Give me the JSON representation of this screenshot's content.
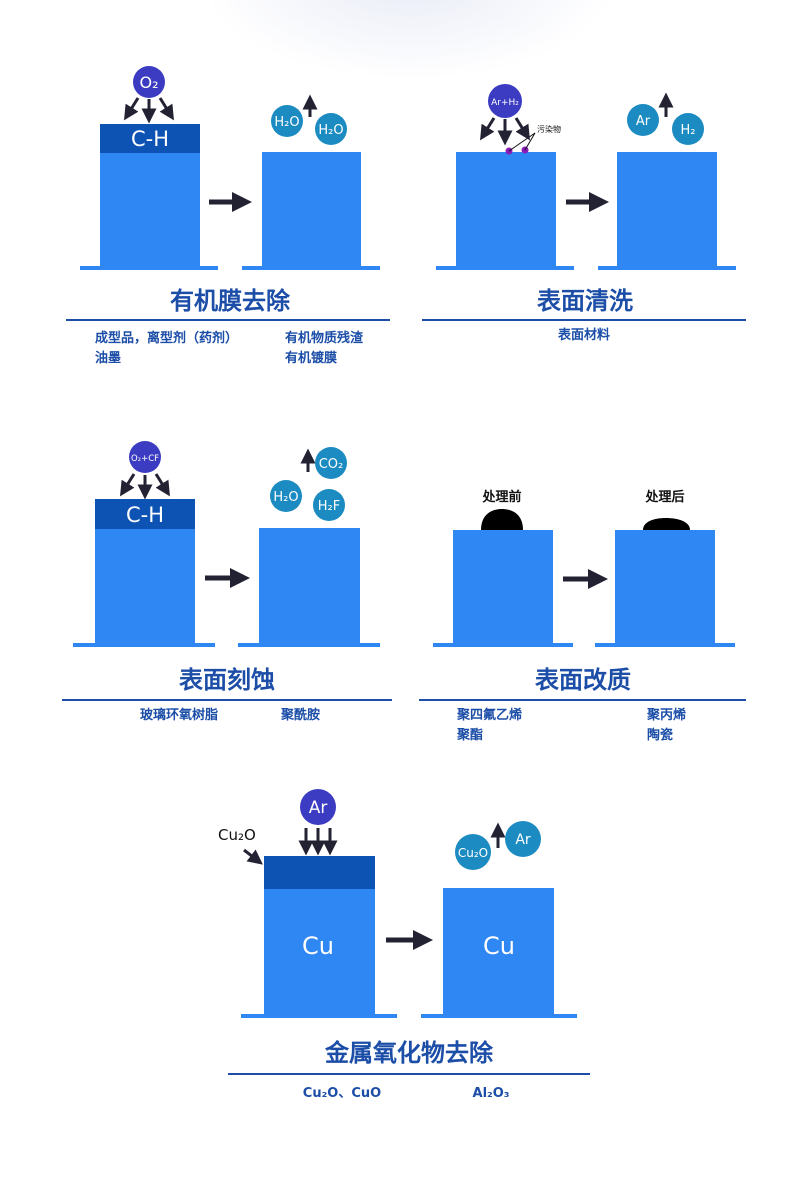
{
  "colors": {
    "block": "#2f87f3",
    "block_dark": "#0d53b4",
    "purple": "#3c3cc2",
    "teal": "#1c8bc1",
    "title_blue": "#1c4ea8",
    "arrow_dark": "#222233",
    "blob": "#000000",
    "dot": "#8a1bb8"
  },
  "panels": {
    "organic_removal": {
      "title": "有机膜去除",
      "layer_label": "C-H",
      "reactant": "O₂",
      "products": [
        "H₂O",
        "H₂O"
      ],
      "notes_left": [
        "成型品，离型剂（药剂）",
        "油墨"
      ],
      "notes_right": [
        "有机物质残渣",
        "有机镀膜"
      ]
    },
    "surface_cleaning": {
      "title": "表面清洗",
      "reactant": "Ar+H₂",
      "contaminant_label": "污染物",
      "products": [
        "Ar",
        "H₂"
      ],
      "notes": [
        "表面材料"
      ]
    },
    "surface_etching": {
      "title": "表面刻蚀",
      "layer_label": "C-H",
      "reactant": "O₂+CF",
      "products": [
        "CO₂",
        "H₂O",
        "H₂F"
      ],
      "notes": [
        "玻璃环氧树脂",
        "聚酰胺"
      ]
    },
    "surface_modification": {
      "title": "表面改质",
      "before_label": "处理前",
      "after_label": "处理后",
      "notes_left": [
        "聚四氟乙烯",
        "聚酯"
      ],
      "notes_right": [
        "聚丙烯",
        "陶瓷"
      ]
    },
    "oxide_removal": {
      "title": "金属氧化物去除",
      "reactant": "Ar",
      "oxide_label": "Cu₂O",
      "metal_label": "Cu",
      "products": [
        "Cu₂O",
        "Ar"
      ],
      "notes": [
        "Cu₂O、CuO",
        "Al₂O₃"
      ]
    }
  }
}
